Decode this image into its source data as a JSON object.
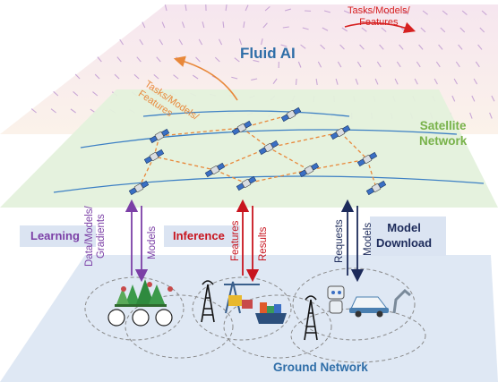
{
  "layers": {
    "fluid_ai": "Fluid AI",
    "satellite_network": [
      "Satellite",
      "Network"
    ],
    "ground_network": "Ground Network"
  },
  "flows": {
    "top_right": [
      "Tasks/Models/",
      "Features"
    ],
    "top_left": [
      "Tasks/Models/",
      "Features"
    ]
  },
  "categories": {
    "learning": "Learning",
    "inference": "Inference",
    "model_download": [
      "Model",
      "Download"
    ]
  },
  "arrows": {
    "learning_up": [
      "Data/Models/",
      "Gradients"
    ],
    "learning_down": "Models",
    "inference_up": "Features",
    "inference_down": "Results",
    "download_up": "Requests",
    "download_down": "Models"
  },
  "colors": {
    "fluid_blue": "#2f6ea8",
    "satellite_green": "#78b24a",
    "learning_purple": "#7b3fa6",
    "inference_red": "#c8141e",
    "download_navy": "#1c2a5a",
    "flow_orange": "#e8883a"
  }
}
